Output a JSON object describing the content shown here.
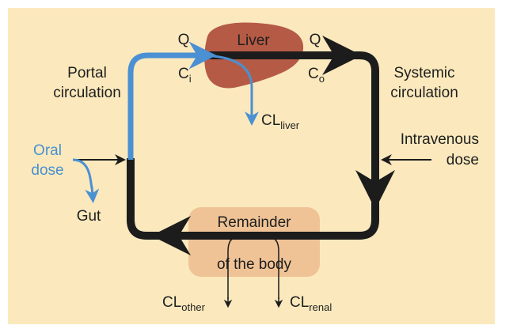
{
  "colors": {
    "background": "#fbe9bd",
    "circulation": "#1c1c1c",
    "oral_path": "#4a90d3",
    "liver_fill": "#b55a45",
    "remainder_fill": "#efc396"
  },
  "liver": {
    "label": "Liver",
    "q_in": "Q",
    "q_out": "Q",
    "conc_in_base": "C",
    "conc_in_sub": "i",
    "conc_out_base": "C",
    "conc_out_sub": "o",
    "clearance_base": "CL",
    "clearance_sub": "liver"
  },
  "portal": {
    "line1": "Portal",
    "line2": "circulation"
  },
  "systemic": {
    "line1": "Systemic",
    "line2": "circulation"
  },
  "oral": {
    "line1": "Oral",
    "line2": "dose",
    "gut": "Gut"
  },
  "intravenous": {
    "line1": "Intravenous",
    "line2": "dose"
  },
  "remainder": {
    "line1": "Remainder",
    "line2": "of the body",
    "cl_other_base": "CL",
    "cl_other_sub": "other",
    "cl_renal_base": "CL",
    "cl_renal_sub": "renal"
  }
}
